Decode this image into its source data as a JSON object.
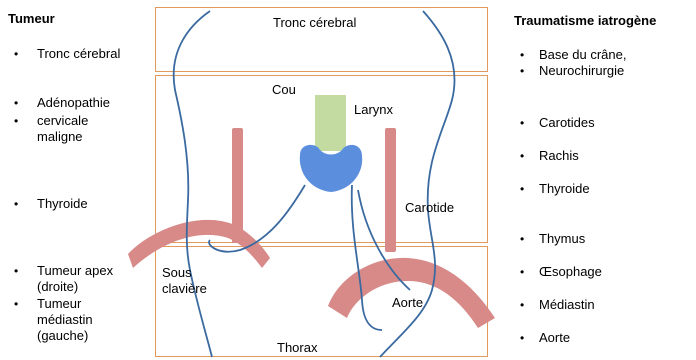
{
  "left": {
    "heading": "Tumeur",
    "items": [
      {
        "text": "Tronc cérebral"
      },
      {
        "text": "Adénopathie"
      },
      {
        "text": "cervicale\nmaligne"
      },
      {
        "text": "Thyroide"
      },
      {
        "text": "Tumeur apex\n(droite)"
      },
      {
        "text": "Tumeur\nmédiastin\n(gauche)"
      }
    ]
  },
  "right": {
    "heading": "Traumatisme iatrogène",
    "items": [
      {
        "text": "Base du crâne,"
      },
      {
        "text": "Neurochirurgie"
      },
      {
        "text": "Carotides"
      },
      {
        "text": "Rachis"
      },
      {
        "text": "Thyroide"
      },
      {
        "text": "Thymus"
      },
      {
        "text": "Œsophage"
      },
      {
        "text": "Médiastin"
      },
      {
        "text": "Aorte"
      }
    ]
  },
  "diagram": {
    "tronc_label": "Tronc cérebral",
    "cou_label": "Cou",
    "larynx_label": "Larynx",
    "carotide_label": "Carotide",
    "sous_claviere_label": "Sous\nclavière",
    "aorte_label": "Aorte",
    "thorax_label": "Thorax",
    "colors": {
      "box_border": "#e09a5c",
      "nerve": "#3a6aa0",
      "vessel": "#d78a88",
      "larynx": "#c3dba0",
      "thyroid": "#5b8fde"
    }
  }
}
